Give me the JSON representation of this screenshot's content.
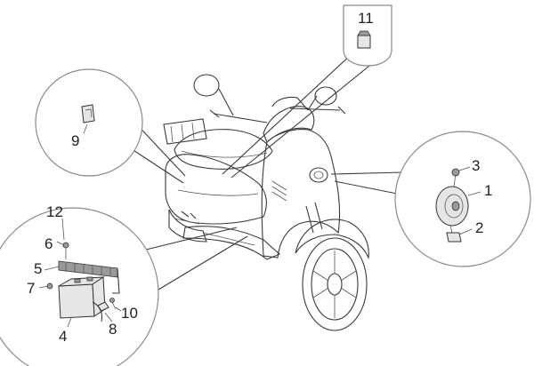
{
  "diagram": {
    "callouts": [
      {
        "id": "label-1",
        "text": "1"
      },
      {
        "id": "label-2",
        "text": "2"
      },
      {
        "id": "label-3",
        "text": "3"
      },
      {
        "id": "label-4",
        "text": "4"
      },
      {
        "id": "label-5",
        "text": "5"
      },
      {
        "id": "label-6",
        "text": "6"
      },
      {
        "id": "label-7",
        "text": "7"
      },
      {
        "id": "label-8",
        "text": "8"
      },
      {
        "id": "label-9",
        "text": "9"
      },
      {
        "id": "label-10",
        "text": "10"
      },
      {
        "id": "label-11",
        "text": "11"
      },
      {
        "id": "label-12",
        "text": "12"
      }
    ],
    "colors": {
      "line": "#3a3a3a",
      "part_fill": "#e6e6e6",
      "background": "#ffffff"
    }
  }
}
